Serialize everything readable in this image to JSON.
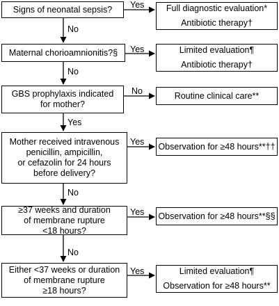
{
  "decisions": [
    {
      "lines": [
        "Signs of neonatal sepsis?"
      ]
    },
    {
      "lines": [
        "Maternal chorioamnionitis?§"
      ]
    },
    {
      "lines": [
        "GBS prophylaxis indicated",
        "for mother?"
      ]
    },
    {
      "lines": [
        "Mother received intravenous",
        "penicillin, ampicillin,",
        "or cefazolin for 24 hours",
        "before delivery?"
      ]
    },
    {
      "lines": [
        "≥37 weeks and duration",
        "of membrane rupture",
        "<18 hours?"
      ]
    },
    {
      "lines": [
        "Either <37 weeks or duration",
        "of membrane rupture",
        "≥18 hours?"
      ]
    }
  ],
  "outcomes": [
    {
      "lines": [
        "Full diagnostic evaluation*",
        "Antibiotic therapy†"
      ]
    },
    {
      "lines": [
        "Limited evaluation¶",
        "Antibiotic therapy†"
      ]
    },
    {
      "lines": [
        "Routine clinical care**"
      ]
    },
    {
      "lines": [
        "Observation for ≥48 hours**††"
      ]
    },
    {
      "lines": [
        "Observation for ≥48 hours**§§"
      ]
    },
    {
      "lines": [
        "Limited evaluation¶",
        "Observation for ≥48 hours**"
      ]
    }
  ],
  "branch_labels": {
    "yes_1": "Yes",
    "yes_2": "Yes",
    "no_3": "No",
    "yes_4": "Yes",
    "yes_5": "Yes",
    "yes_6": "Yes"
  },
  "flow_labels": {
    "no_1": "No",
    "no_2": "No",
    "yes_3": "Yes",
    "no_4": "No",
    "no_5": "No"
  }
}
